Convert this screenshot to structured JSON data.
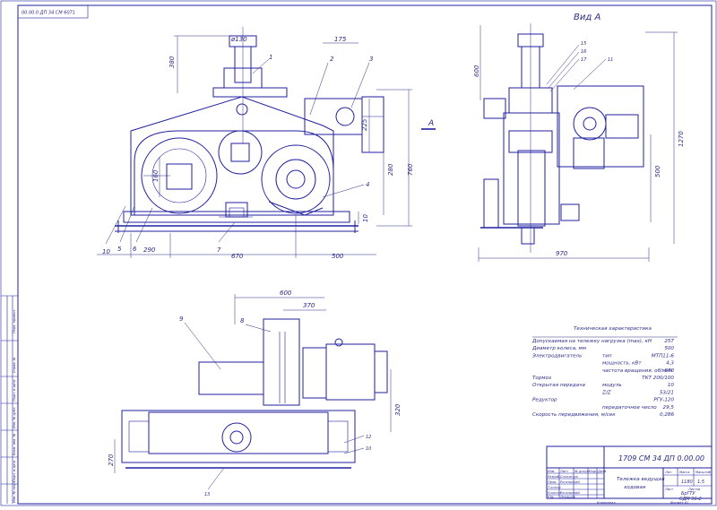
{
  "frame": {
    "corner_code": "00.00.0 ДП 34 СМ 6071"
  },
  "views": {
    "side_view_title": "Вид А",
    "section_marker": "А"
  },
  "front_dims": {
    "d_top": "ø130",
    "h380": "380",
    "w175": "175",
    "h225": "225",
    "h280": "280",
    "h760": "760",
    "h160": "160",
    "h10": "10",
    "w290": "290",
    "w670": "670",
    "w500": "500"
  },
  "front_callouts": {
    "c1": "1",
    "c2": "2",
    "c3": "3",
    "c4": "4",
    "c5": "5",
    "c6": "6",
    "c7": "7",
    "c10": "10"
  },
  "side_dims": {
    "h600": "600",
    "h1270": "1270",
    "h500": "500",
    "w970": "970"
  },
  "side_callouts": {
    "c15": "15",
    "c16": "16",
    "c17": "17",
    "c11": "11"
  },
  "plan_dims": {
    "w600": "600",
    "w370": "370",
    "h320": "320",
    "h270": "270"
  },
  "plan_callouts": {
    "c9": "9",
    "c8": "8",
    "c12": "12",
    "c10": "10",
    "c13": "13"
  },
  "tech": {
    "title": "Техническая характеристика",
    "rows": [
      {
        "label": "Допускаемая на тележку нагрузка (max), кН",
        "sub": "",
        "value": "257"
      },
      {
        "label": "Диаметр колеса, мм",
        "sub": "",
        "value": "500"
      },
      {
        "label": "Электродвигатель",
        "sub": "тип",
        "value": "МТП11-6"
      },
      {
        "label": "",
        "sub": "мощность, кВт",
        "value": "4,3"
      },
      {
        "label": "",
        "sub": "частота вращения, об/мин",
        "value": "870"
      },
      {
        "label": "Тормоз",
        "sub": "",
        "value": "ТКТ 200/100"
      },
      {
        "label": "Открытая передача",
        "sub": "модуль",
        "value": "10"
      },
      {
        "label": "",
        "sub": "Z/Z",
        "value": "53/21"
      },
      {
        "label": "Редуктор",
        "sub": "",
        "value": "РГУ-120"
      },
      {
        "label": "",
        "sub": "передаточное число",
        "value": "29,5"
      },
      {
        "label": "Скорость передвижения, м/сек",
        "sub": "",
        "value": "0,286"
      }
    ]
  },
  "title_block": {
    "doc_number": "1709 СМ 34 ДП 0.00.00",
    "name_line1": "Тележка ведущая",
    "name_line2": "ходовая",
    "mass_label": "Масса",
    "scale_label": "Масштаб",
    "lit_label": "Лит.",
    "mass_value": "1180",
    "scale_value": "1:5",
    "sheet_label": "Лист",
    "sheets_label": "Листов",
    "org_line1": "БрГТУ",
    "org_line2": "СДМ 96-2",
    "col_izm": "Изм.",
    "col_list": "Лист",
    "col_doc": "№ докум.",
    "col_sign": "Подп.",
    "col_date": "Дата",
    "r_razrab": "Разраб.",
    "r_prov": "Пров.",
    "r_tkontr": "Т.контр.",
    "r_nkontr": "Н.контр.",
    "r_utv": "Утв.",
    "n_razrab": "Сокольчук",
    "n_prov": "Рогальский",
    "n_nkontr": "Рогальский",
    "n_utv": "Лукашов"
  },
  "footer": {
    "copied": "Копировал",
    "format": "Формат А1"
  },
  "side_strip": {
    "s1": "Перв. примен.",
    "s2": "Справ. №",
    "s3": "Подп. и дата",
    "s4": "Инв. № дубл.",
    "s5": "Взам. инв. №",
    "s6": "Подп. и дата",
    "s7": "Инв. № подл."
  }
}
